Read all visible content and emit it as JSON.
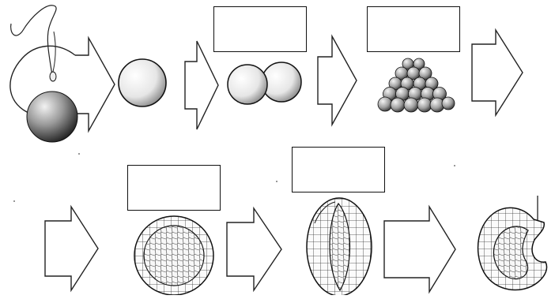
{
  "diagram": {
    "stages": [
      {
        "id": "fertilization",
        "icon": "sperm-and-egg-icon"
      },
      {
        "id": "zygote",
        "icon": "single-cell-icon"
      },
      {
        "id": "two-cell",
        "icon": "two-cell-icon"
      },
      {
        "id": "morula",
        "icon": "cell-cluster-icon"
      },
      {
        "id": "blastula",
        "icon": "hollow-ball-icon"
      },
      {
        "id": "early-gastrula",
        "icon": "invaginating-embryo-icon"
      },
      {
        "id": "gastrula",
        "icon": "cup-embryo-icon"
      }
    ],
    "answer_boxes": [
      "",
      "",
      "",
      ""
    ],
    "arrow_count": 7
  }
}
